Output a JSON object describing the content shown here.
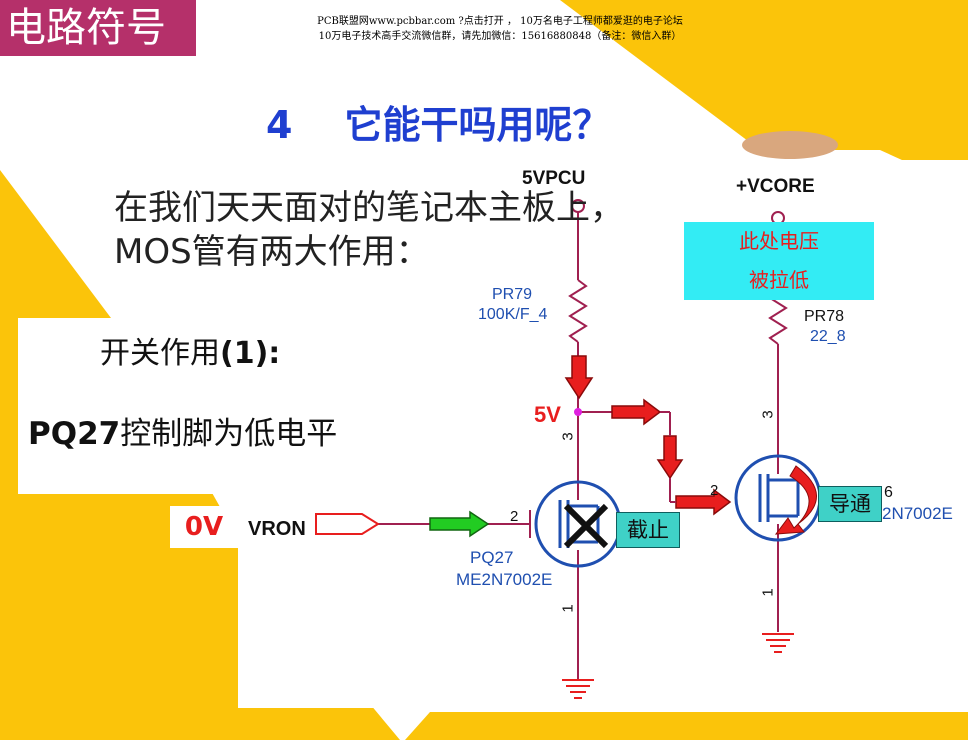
{
  "header": {
    "badge": "电路符号",
    "watermark_line1": "PCB联盟网www.pcbbar.com ?点击打开 ， 10万名电子工程师都爱逛的电子论坛",
    "watermark_line2": "10万电子技术高手交流微信群，请先加微信：15616880848（备注：微信入群）"
  },
  "slide": {
    "heading_num": "4",
    "heading_text": "它能干吗用呢？",
    "intro_line1": "在我们天天面对的笔记本主板上，",
    "intro_line2": "MOS管有两大作用：",
    "switch_title_prefix": "开关作用",
    "switch_title_num": "(1):",
    "pq_bold": "PQ27",
    "pq_rest": "控制脚为低电平"
  },
  "circuit": {
    "rail_left": "5VPCU",
    "rail_right": "+VCORE",
    "r_left_ref": "PR79",
    "r_left_val": "100K/F_4",
    "r_right_ref": "PR78",
    "r_right_val": "22_8",
    "node_voltage": "5V",
    "input_voltage": "0V",
    "input_net": "VRON",
    "q_left_ref": "PQ27",
    "q_left_part": "ME2N7002E",
    "q_right_pin": "6",
    "q_right_part": "2N7002E",
    "pin_gate_left": "2",
    "pin_drain_left": "3",
    "pin_source_left": "1",
    "pin_gate_right": "2",
    "pin_drain_right": "3",
    "pin_source_right": "1",
    "note_line1": "此处电压",
    "note_line2": "被拉低",
    "status_left": "截止",
    "status_right": "导通"
  },
  "colors": {
    "background_yellow": "#fbc40a",
    "badge": "#b5306a",
    "heading_blue": "#1f3fd0",
    "schematic_wire": "#a02050",
    "mosfet_blue": "#1f4fb0",
    "arrow_red": "#e81e1e",
    "arrow_green": "#22cc22",
    "cyan_note": "#33ecf4",
    "status_teal": "#3fd1c7"
  }
}
